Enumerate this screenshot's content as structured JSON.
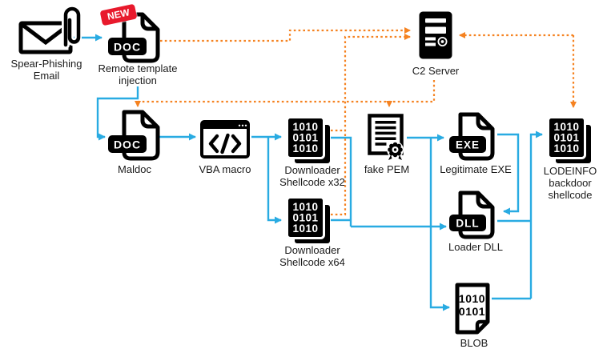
{
  "colors": {
    "flow_blue": "#29ABE2",
    "c2_orange": "#F58220",
    "new_badge_red": "#E8192C",
    "icon_black": "#000000"
  },
  "badges": {
    "new": "NEW",
    "doc": "DOC",
    "exe": "EXE",
    "dll": "DLL"
  },
  "binary": {
    "shellcode_lines": [
      "1010",
      "0101",
      "1010"
    ],
    "blob_lines": [
      "1010",
      "0101"
    ]
  },
  "nodes": {
    "spear_phishing_email": {
      "label": "Spear-Phishing Email",
      "icon": "email-attachment-icon"
    },
    "remote_template_injection": {
      "label": "Remote template injection",
      "icon": "doc-file-icon",
      "badge": "NEW"
    },
    "c2_server": {
      "label": "C2 Server",
      "icon": "server-icon"
    },
    "maldoc": {
      "label": "Maldoc",
      "icon": "doc-file-icon"
    },
    "vba_macro": {
      "label": "VBA macro",
      "icon": "code-window-icon"
    },
    "downloader_shellcode_x32": {
      "label": "Downloader Shellcode x32",
      "icon": "binary-shellcode-icon"
    },
    "fake_pem": {
      "label": "fake PEM",
      "icon": "certificate-icon"
    },
    "legitimate_exe": {
      "label": "Legitimate EXE",
      "icon": "exe-file-icon"
    },
    "lodeinfo_backdoor_shellcode": {
      "label": "LODEINFO backdoor shellcode",
      "icon": "binary-shellcode-icon"
    },
    "downloader_shellcode_x64": {
      "label": "Downloader Shellcode x64",
      "icon": "binary-shellcode-icon"
    },
    "loader_dll": {
      "label": "Loader DLL",
      "icon": "dll-file-icon"
    },
    "blob": {
      "label": "BLOB",
      "icon": "binary-blob-icon"
    }
  },
  "edges": [
    {
      "from": "spear_phishing_email",
      "to": "remote_template_injection",
      "style": "solid-blue"
    },
    {
      "from": "remote_template_injection",
      "to": "maldoc",
      "style": "solid-blue"
    },
    {
      "from": "maldoc",
      "to": "vba_macro",
      "style": "solid-blue"
    },
    {
      "from": "vba_macro",
      "to": "downloader_shellcode_x32",
      "style": "solid-blue"
    },
    {
      "from": "vba_macro",
      "to": "downloader_shellcode_x64",
      "style": "solid-blue"
    },
    {
      "from": "downloader_shellcode_x32",
      "to": "loader_dll",
      "style": "solid-blue"
    },
    {
      "from": "downloader_shellcode_x64",
      "to": "loader_dll",
      "style": "solid-blue"
    },
    {
      "from": "fake_pem",
      "to": "legitimate_exe",
      "style": "solid-blue"
    },
    {
      "from": "fake_pem",
      "to": "blob",
      "style": "solid-blue"
    },
    {
      "from": "legitimate_exe",
      "to": "loader_dll",
      "style": "solid-blue"
    },
    {
      "from": "loader_dll",
      "to": "lodeinfo_backdoor_shellcode",
      "style": "solid-blue"
    },
    {
      "from": "blob",
      "to": "lodeinfo_backdoor_shellcode",
      "style": "solid-blue"
    },
    {
      "from": "remote_template_injection",
      "to": "c2_server",
      "style": "dashed-orange"
    },
    {
      "from": "downloader_shellcode_x32",
      "to": "c2_server",
      "style": "dashed-orange"
    },
    {
      "from": "downloader_shellcode_x64",
      "to": "c2_server",
      "style": "dashed-orange"
    },
    {
      "from": "c2_server",
      "to": "maldoc",
      "style": "dashed-orange"
    },
    {
      "from": "c2_server",
      "to": "fake_pem",
      "style": "dashed-orange"
    },
    {
      "from": "c2_server",
      "to": "lodeinfo_backdoor_shellcode",
      "style": "dashed-orange-bidirectional"
    }
  ]
}
